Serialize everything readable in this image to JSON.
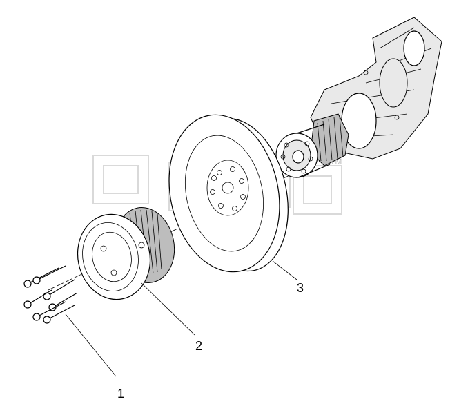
{
  "callouts": [
    {
      "id": "1",
      "label": "1"
    },
    {
      "id": "2",
      "label": "2"
    },
    {
      "id": "3",
      "label": "3"
    }
  ],
  "watermark": {
    "text": "ТМ"
  },
  "colors": {
    "line": "#000000",
    "background": "#ffffff",
    "watermark": "#d9d9d9"
  }
}
